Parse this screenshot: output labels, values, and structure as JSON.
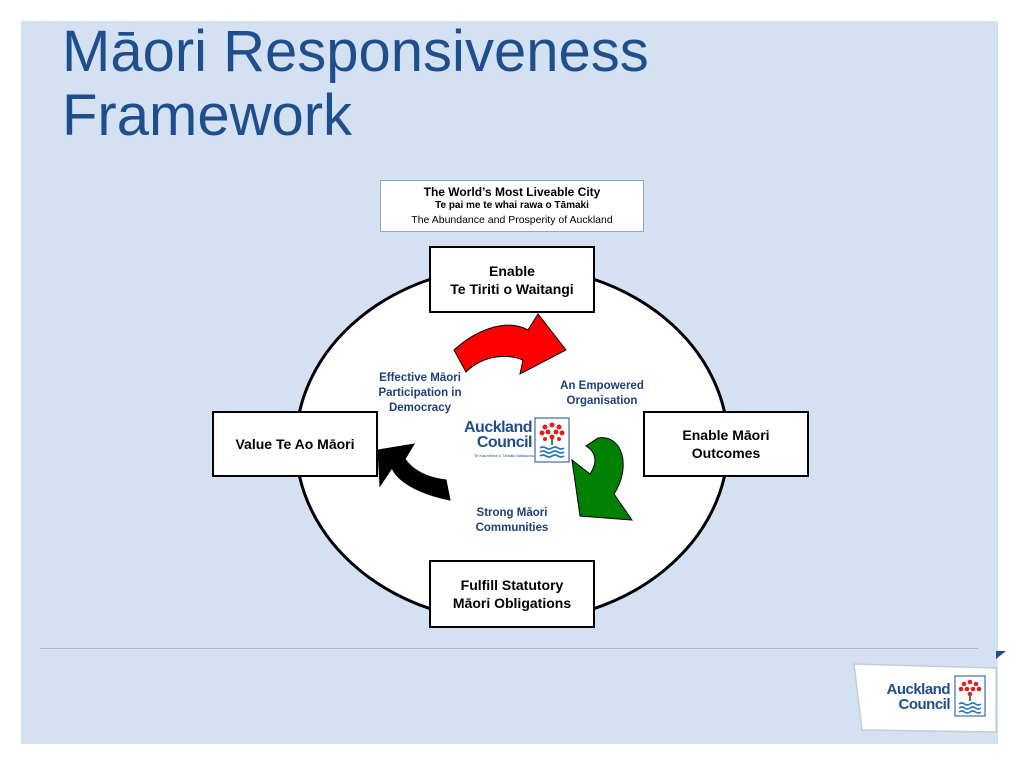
{
  "title": "Māori Responsiveness Framework",
  "vision": {
    "line1": "The World’s Most Liveable City",
    "line2": "Te pai me te whai rawa o Tāmaki",
    "line3": "The Abundance and Prosperity of Auckland"
  },
  "boxes": {
    "top": [
      "Enable",
      "Te Tiriti o Waitangi"
    ],
    "right": [
      "Enable Māori",
      "Outcomes"
    ],
    "bottom": [
      "Fulfill Statutory",
      "Māori Obligations"
    ],
    "left": [
      "Value Te Ao Māori"
    ]
  },
  "inner": {
    "top_left": [
      "Effective Māori",
      "Participation in",
      "Democracy"
    ],
    "top_right": [
      "An Empowered",
      "Organisation"
    ],
    "bottom": [
      "Strong Māori",
      "Communities"
    ]
  },
  "arrows": [
    {
      "position": "top",
      "color": "#ff0000"
    },
    {
      "position": "right",
      "color": "#008000"
    },
    {
      "position": "left",
      "color": "#000000"
    }
  ],
  "logo": {
    "line1": "Auckland",
    "line2": "Council",
    "tagline": "Te Kaunihera o Tāmaki Makaurau",
    "brand_color": "#1f4e8c",
    "flower_color": "#e02020",
    "water_color": "#2a7ab8"
  }
}
